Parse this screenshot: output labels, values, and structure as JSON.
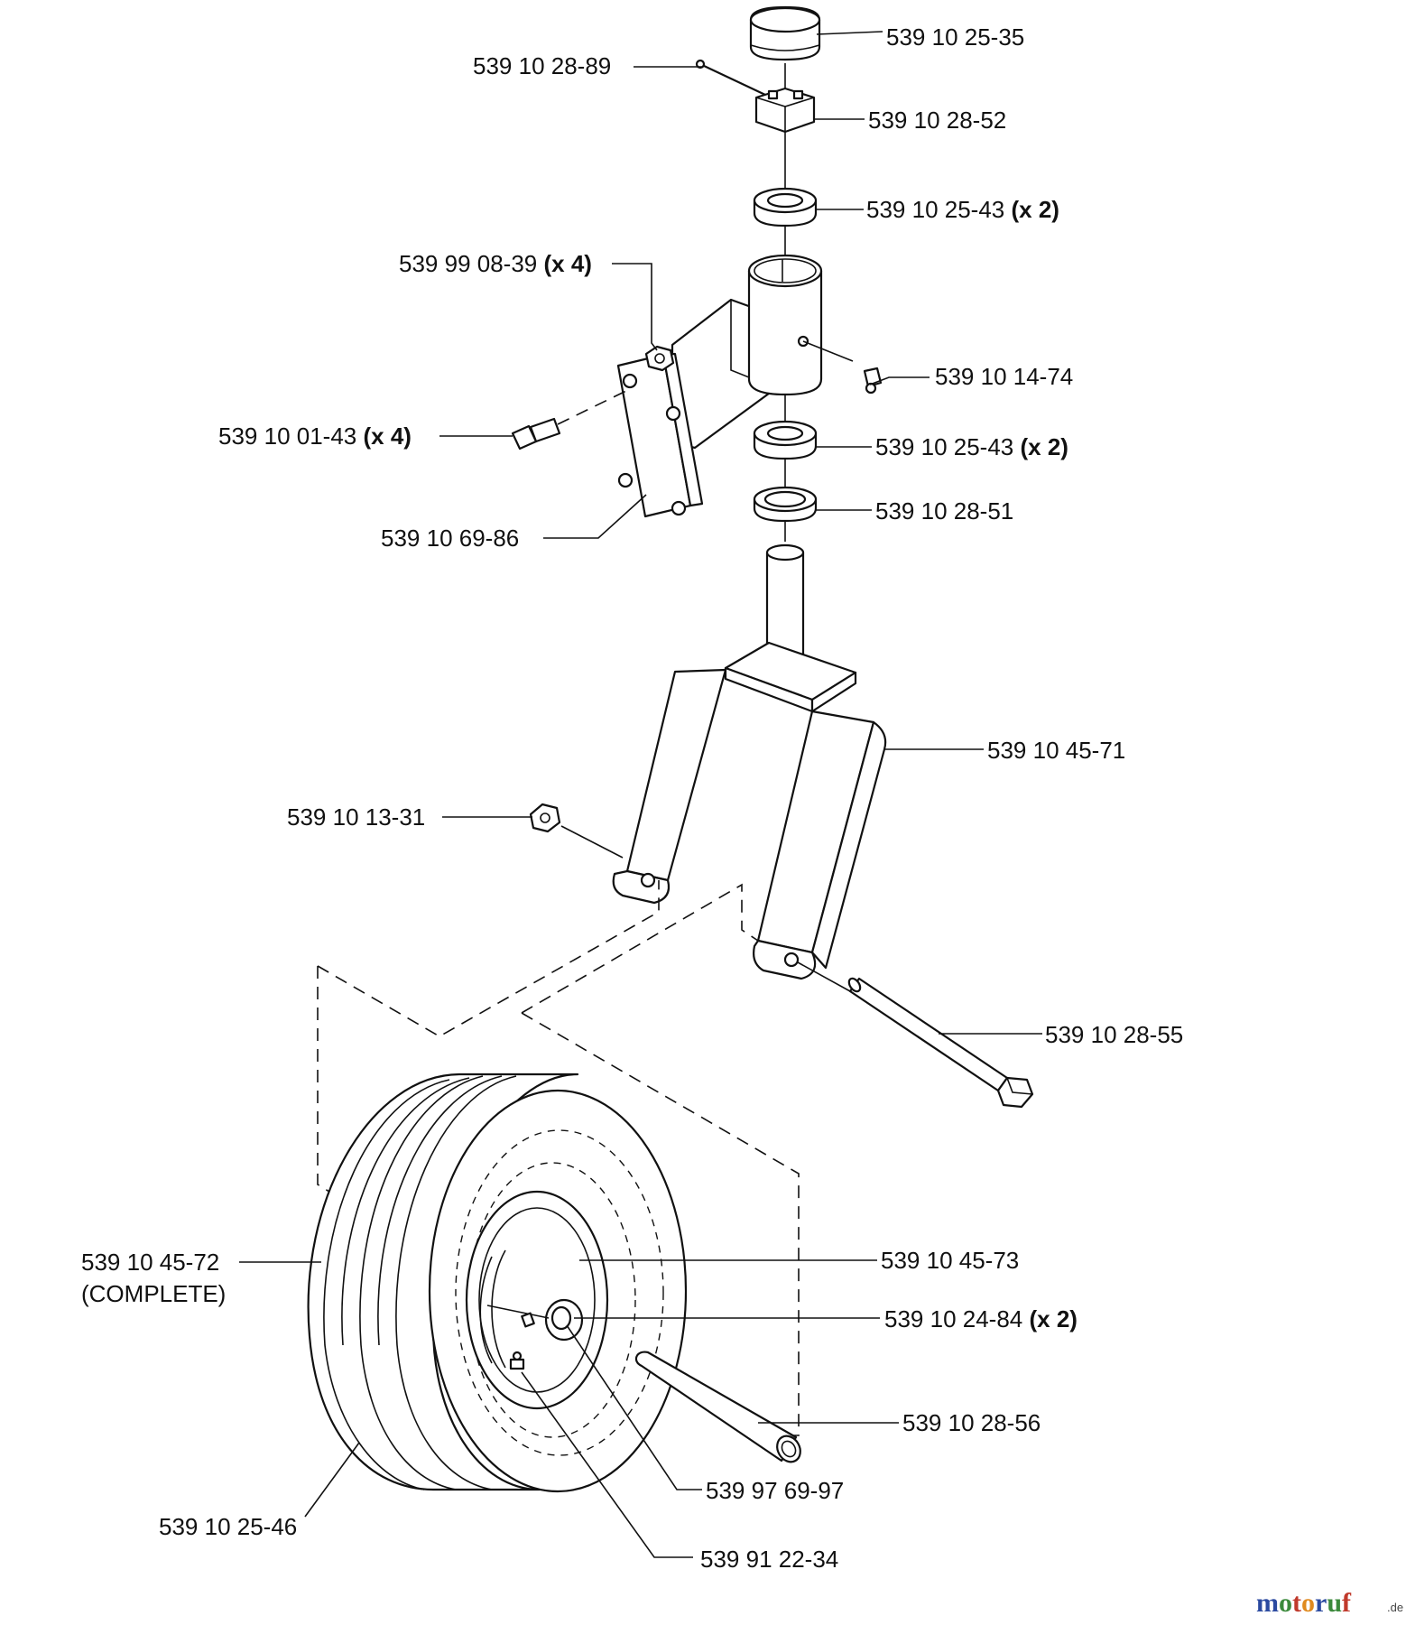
{
  "callouts": [
    {
      "id": "c01",
      "part": "539 10 25-35",
      "qty": ""
    },
    {
      "id": "c02",
      "part": "539 10 28-89",
      "qty": ""
    },
    {
      "id": "c03",
      "part": "539 10 28-52",
      "qty": ""
    },
    {
      "id": "c04",
      "part": "539 10 25-43",
      "qty": "(x 2)"
    },
    {
      "id": "c05",
      "part": "539 99 08-39",
      "qty": "(x 4)"
    },
    {
      "id": "c06",
      "part": "539 10 14-74",
      "qty": ""
    },
    {
      "id": "c07",
      "part": "539 10 01-43",
      "qty": "(x 4)"
    },
    {
      "id": "c08",
      "part": "539 10 25-43",
      "qty": "(x 2)"
    },
    {
      "id": "c09",
      "part": "539 10 28-51",
      "qty": ""
    },
    {
      "id": "c10",
      "part": "539 10 69-86",
      "qty": ""
    },
    {
      "id": "c11",
      "part": "539 10 45-71",
      "qty": ""
    },
    {
      "id": "c12",
      "part": "539 10 13-31",
      "qty": ""
    },
    {
      "id": "c13",
      "part": "539 10 28-55",
      "qty": ""
    },
    {
      "id": "c14",
      "part": "539 10 45-72",
      "qty": "",
      "note": "(COMPLETE)"
    },
    {
      "id": "c15",
      "part": "539 10 45-73",
      "qty": ""
    },
    {
      "id": "c16",
      "part": "539 10 24-84",
      "qty": "(x 2)"
    },
    {
      "id": "c17",
      "part": "539 10 28-56",
      "qty": ""
    },
    {
      "id": "c18",
      "part": "539 97 69-97",
      "qty": ""
    },
    {
      "id": "c19",
      "part": "539 10 25-46",
      "qty": ""
    },
    {
      "id": "c20",
      "part": "539 91 22-34",
      "qty": ""
    }
  ],
  "watermark": {
    "brand": "motoruf",
    "suffix": ".de"
  },
  "colors": {
    "line": "#111111",
    "background": "#ffffff",
    "wm_blue": "#2b4aa0",
    "wm_green": "#3c8a3c",
    "wm_red": "#c0392b",
    "wm_orange": "#e08a1e"
  }
}
